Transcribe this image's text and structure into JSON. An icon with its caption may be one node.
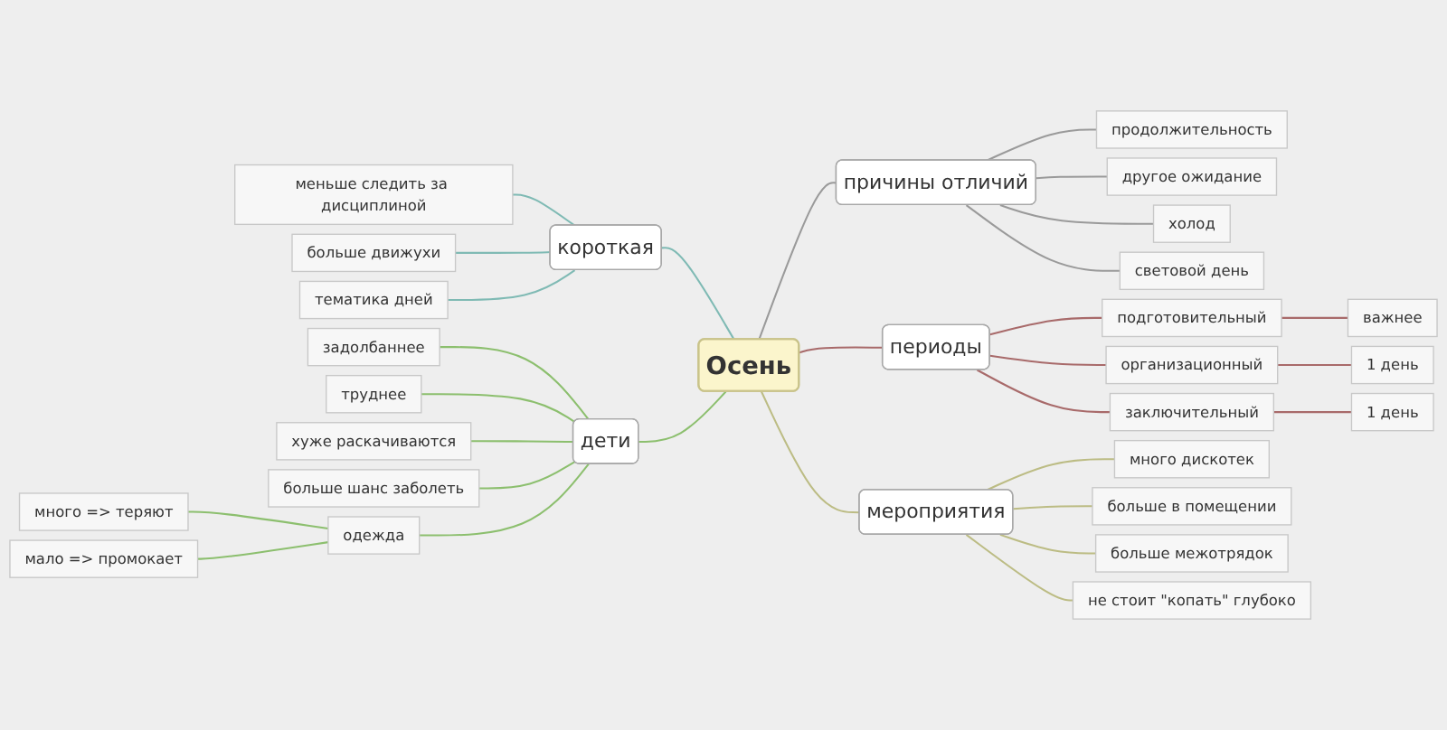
{
  "diagram": {
    "nodes": [
      {
        "text": [
          "Осень"
        ]
      },
      {
        "text": [
          "причины отличий"
        ]
      },
      {
        "text": [
          "продолжительность"
        ]
      },
      {
        "text": [
          "другое ожидание"
        ]
      },
      {
        "text": [
          "холод"
        ]
      },
      {
        "text": [
          "световой день"
        ]
      },
      {
        "text": [
          "короткая"
        ]
      },
      {
        "text": [
          "меньше следить за дисциплиной"
        ]
      },
      {
        "text": [
          "больше движухи"
        ]
      },
      {
        "text": [
          "тематика дней"
        ]
      },
      {
        "text": [
          "периоды"
        ]
      },
      {
        "text": [
          "подготовительный"
        ]
      },
      {
        "text": [
          "важнее"
        ]
      },
      {
        "text": [
          "организационный"
        ]
      },
      {
        "text": [
          "1 день"
        ]
      },
      {
        "text": [
          "заключительный"
        ]
      },
      {
        "text": [
          "1 день"
        ]
      },
      {
        "text": [
          "дети"
        ]
      },
      {
        "text": [
          "задолбаннее"
        ]
      },
      {
        "text": [
          "труднее"
        ]
      },
      {
        "text": [
          "хуже раскачиваются"
        ]
      },
      {
        "text": [
          "больше шанс заболеть"
        ]
      },
      {
        "text": [
          "одежда"
        ]
      },
      {
        "text": [
          "много => теряют"
        ]
      },
      {
        "text": [
          "мало => промокает"
        ]
      },
      {
        "text": [
          "мероприятия"
        ]
      },
      {
        "text": [
          "много дискотек"
        ]
      },
      {
        "text": [
          "больше в помещении"
        ]
      },
      {
        "text": [
          "больше межотрядок"
        ]
      },
      {
        "text": [
          "не стоит \"копать\" глубоко"
        ]
      }
    ],
    "edges": [
      {
        "from": 0,
        "to": 1,
        "arrow": "none",
        "color": "#9a9a9a"
      },
      {
        "from": 1,
        "to": 2,
        "arrow": "none",
        "color": "#9a9a9a"
      },
      {
        "from": 1,
        "to": 3,
        "arrow": "none",
        "color": "#9a9a9a"
      },
      {
        "from": 1,
        "to": 4,
        "arrow": "none",
        "color": "#9a9a9a"
      },
      {
        "from": 1,
        "to": 5,
        "arrow": "none",
        "color": "#9a9a9a"
      },
      {
        "from": 0,
        "to": 6,
        "arrow": "none",
        "color": "#7fbab4"
      },
      {
        "from": 6,
        "to": 7,
        "arrow": "none",
        "color": "#7fbab4"
      },
      {
        "from": 6,
        "to": 8,
        "arrow": "none",
        "color": "#7fbab4"
      },
      {
        "from": 6,
        "to": 9,
        "arrow": "none",
        "color": "#7fbab4"
      },
      {
        "from": 0,
        "to": 10,
        "arrow": "none",
        "color": "#a86a6a"
      },
      {
        "from": 10,
        "to": 11,
        "arrow": "none",
        "color": "#a86a6a"
      },
      {
        "from": 11,
        "to": 12,
        "arrow": "none",
        "color": "#a86a6a"
      },
      {
        "from": 10,
        "to": 13,
        "arrow": "none",
        "color": "#a86a6a"
      },
      {
        "from": 13,
        "to": 14,
        "arrow": "none",
        "color": "#a86a6a"
      },
      {
        "from": 10,
        "to": 15,
        "arrow": "none",
        "color": "#a86a6a"
      },
      {
        "from": 15,
        "to": 16,
        "arrow": "none",
        "color": "#a86a6a"
      },
      {
        "from": 0,
        "to": 17,
        "arrow": "none",
        "color": "#8cbf6e"
      },
      {
        "from": 17,
        "to": 18,
        "arrow": "none",
        "color": "#8cbf6e"
      },
      {
        "from": 17,
        "to": 19,
        "arrow": "none",
        "color": "#8cbf6e"
      },
      {
        "from": 17,
        "to": 20,
        "arrow": "none",
        "color": "#8cbf6e"
      },
      {
        "from": 17,
        "to": 21,
        "arrow": "none",
        "color": "#8cbf6e"
      },
      {
        "from": 17,
        "to": 22,
        "arrow": "none",
        "color": "#8cbf6e"
      },
      {
        "from": 22,
        "to": 23,
        "arrow": "none",
        "color": "#8cbf6e"
      },
      {
        "from": 22,
        "to": 24,
        "arrow": "none",
        "color": "#8cbf6e"
      },
      {
        "from": 0,
        "to": 25,
        "arrow": "none",
        "color": "#bcbc84"
      },
      {
        "from": 25,
        "to": 26,
        "arrow": "none",
        "color": "#bcbc84"
      },
      {
        "from": 25,
        "to": 27,
        "arrow": "none",
        "color": "#bcbc84"
      },
      {
        "from": 25,
        "to": 28,
        "arrow": "none",
        "color": "#bcbc84"
      },
      {
        "from": 25,
        "to": 29,
        "arrow": "none",
        "color": "#bcbc84"
      }
    ]
  }
}
